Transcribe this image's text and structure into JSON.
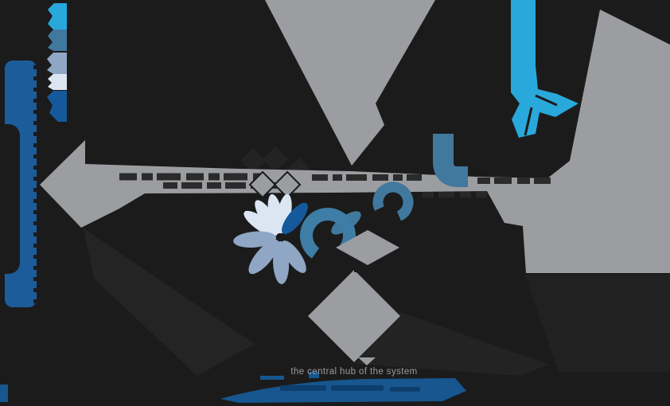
{
  "figure": {
    "title": "transparent-infographic-on-dark",
    "background": "#1b1b1b",
    "caption": {
      "text": "the central hub of the system",
      "color": "#9a9ca0"
    },
    "palette": {
      "cyan": "#29a8dc",
      "steel_blue": "#41789e",
      "blue_gray": "#8fa6c4",
      "pale_blue": "#dce6f3",
      "navy": "#1d5c9b",
      "petal_navy": "#15589b",
      "teal": "#3e7da6",
      "arrow_gray": "#9b9da0",
      "swoosh_blue": "#17568f",
      "swoosh_text_blue": "#0e3e6e",
      "carved_text_dark": "#2b2b2b",
      "ghost_shadow": "#242424"
    },
    "elements": [
      "chevron-cascade (5 stacked chevrons, cyan to navy, top-left)",
      "navy-vertical-bar (left edge, text carved out in black)",
      "main-gray-ribbon (sweeps from top-right down across middle to a left-pointing arrowhead)",
      "funnel-arrows (large gray V converging to center-top)",
      "twin-gray-diamonds (above central lotus)",
      "central-lotus (pale, blue-gray, navy petals with teal arcs)",
      "steel-bent-arrow (J-shaped, upper middle-right)",
      "cyan-bar-and-pinwheel (top right-center)",
      "mid-flat-diamond",
      "hub-diamond (large gray diamond, bottom center)",
      "micro-arrowhead (tiny gray triangle above caption)",
      "blue-swoosh (bottom ribbon with illegible dark-blue label)",
      "carved-label-rows (black text notches on gray shapes)"
    ]
  }
}
